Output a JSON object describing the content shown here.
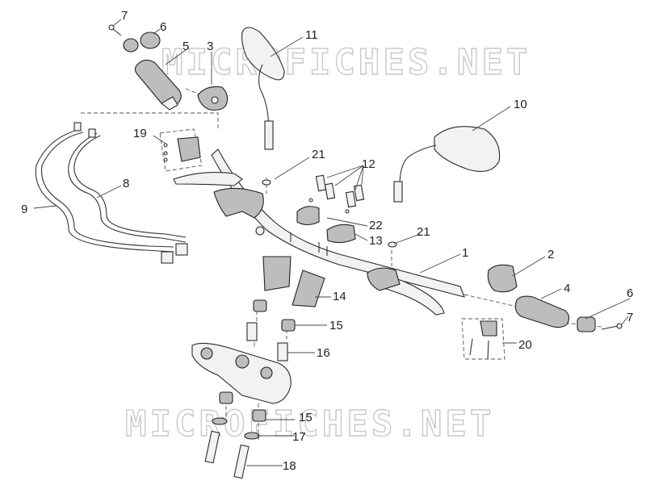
{
  "watermark": "MICROFICHES.NET",
  "callouts": [
    {
      "id": "1",
      "label": "1"
    },
    {
      "id": "2",
      "label": "2"
    },
    {
      "id": "3",
      "label": "3"
    },
    {
      "id": "4",
      "label": "4"
    },
    {
      "id": "5",
      "label": "5"
    },
    {
      "id": "6a",
      "label": "6"
    },
    {
      "id": "6b",
      "label": "6"
    },
    {
      "id": "7a",
      "label": "7"
    },
    {
      "id": "7b",
      "label": "7"
    },
    {
      "id": "8",
      "label": "8"
    },
    {
      "id": "9",
      "label": "9"
    },
    {
      "id": "10",
      "label": "10"
    },
    {
      "id": "11",
      "label": "11"
    },
    {
      "id": "12",
      "label": "12"
    },
    {
      "id": "13",
      "label": "13"
    },
    {
      "id": "14",
      "label": "14"
    },
    {
      "id": "15a",
      "label": "15"
    },
    {
      "id": "15b",
      "label": "15"
    },
    {
      "id": "16",
      "label": "16"
    },
    {
      "id": "17",
      "label": "17"
    },
    {
      "id": "18",
      "label": "18"
    },
    {
      "id": "19",
      "label": "19"
    },
    {
      "id": "20",
      "label": "20"
    },
    {
      "id": "21a",
      "label": "21"
    },
    {
      "id": "21b",
      "label": "21"
    },
    {
      "id": "22",
      "label": "22"
    }
  ]
}
